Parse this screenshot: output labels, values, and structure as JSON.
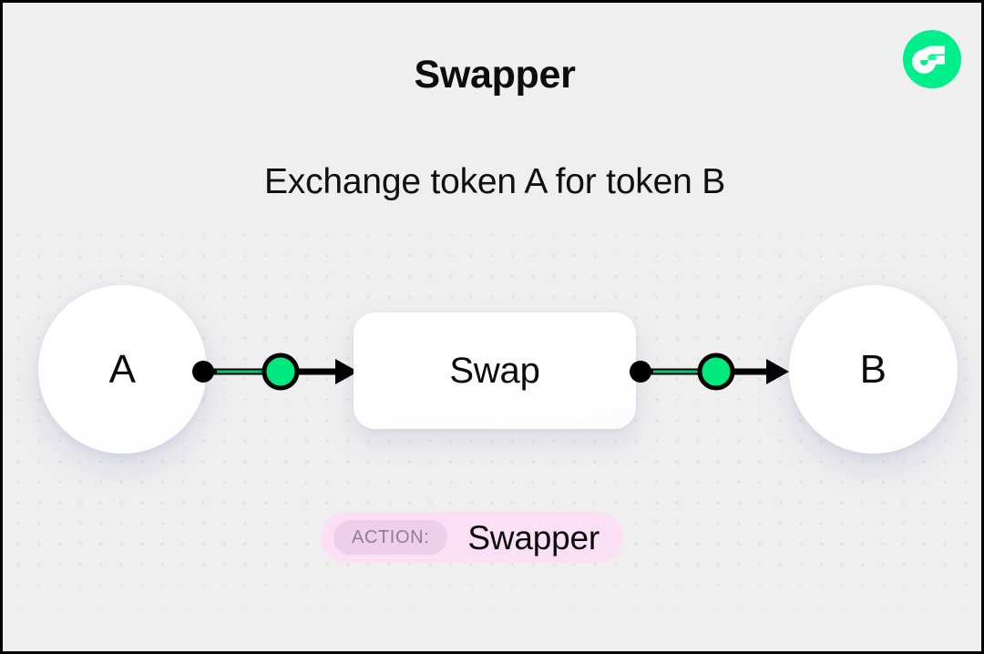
{
  "header": {
    "title": "Swapper",
    "subtitle": "Exchange token A for token B",
    "logo_icon": "flow-logo-icon",
    "logo_color": "#00ef8b"
  },
  "diagram": {
    "background_color": "#efefef",
    "dot_color": "#e2e2e2",
    "accent_green": "#00e97e",
    "node_stroke": "#000000",
    "nodes": [
      {
        "id": "a",
        "label": "A",
        "shape": "circle"
      },
      {
        "id": "swap",
        "label": "Swap",
        "shape": "rounded-rect"
      },
      {
        "id": "b",
        "label": "B",
        "shape": "circle"
      }
    ],
    "connectors": [
      {
        "from": "a",
        "to": "swap",
        "marker": "arrow",
        "midpoint_icon": "green-node-icon"
      },
      {
        "from": "swap",
        "to": "b",
        "marker": "arrow",
        "midpoint_icon": "green-node-icon"
      }
    ]
  },
  "action_badge": {
    "key": "ACTION:",
    "value": "Swapper",
    "background_color": "#fbdff5",
    "key_background_color": "#efcfe8",
    "key_text_color": "#8c8093"
  }
}
